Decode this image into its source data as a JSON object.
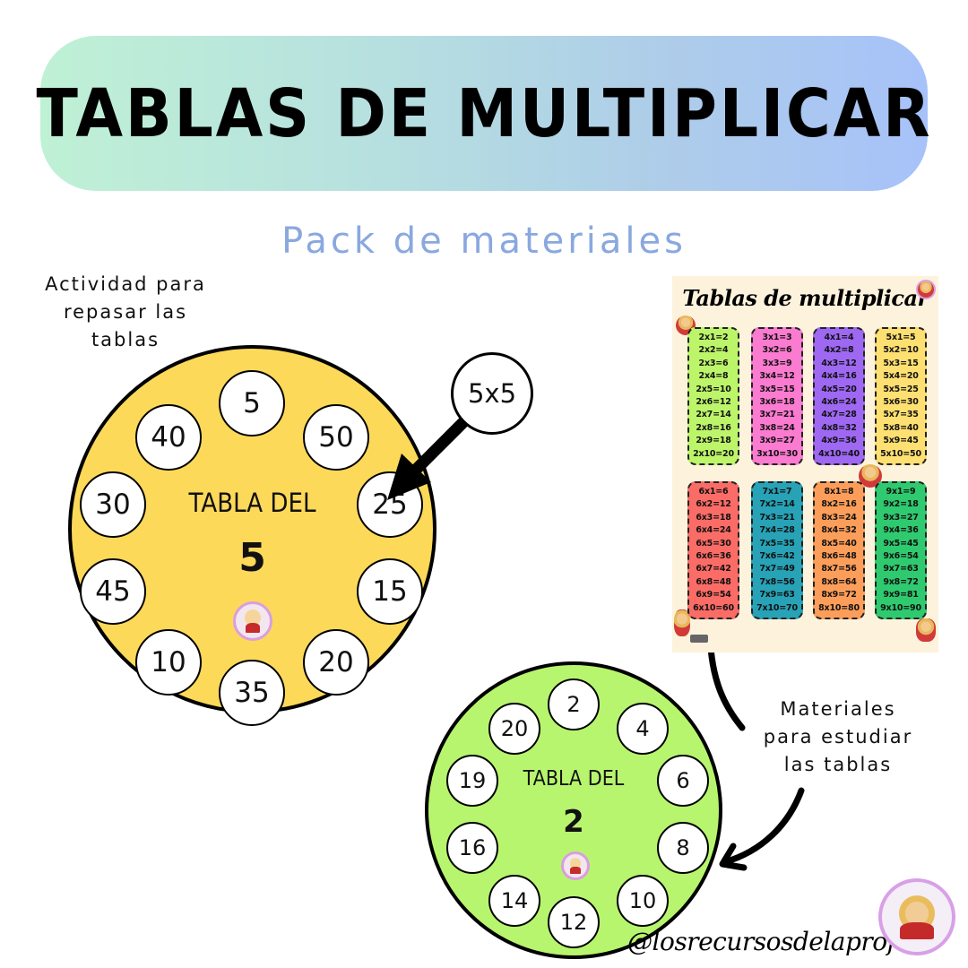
{
  "banner": {
    "title": "TABLAS DE MULTIPLICAR",
    "gradient_start": "#bff1d5",
    "gradient_end": "#a7c2f9"
  },
  "subtitle": {
    "text": "Pack de materiales",
    "color": "#8aa8df"
  },
  "notes": {
    "left": [
      "Actividad para",
      "repasar las",
      "tablas"
    ],
    "right": [
      "Materiales",
      "para estudiar",
      "las tablas"
    ]
  },
  "wheel5": {
    "label_line1": "TABLA DEL",
    "label_line2": "5",
    "fill_color": "#fdd95a",
    "slots": [
      "5",
      "50",
      "25",
      "15",
      "20",
      "35",
      "10",
      "45",
      "30",
      "40"
    ],
    "logo_icon": "profile-avatar-logo"
  },
  "callout": {
    "text": "5x5",
    "points_to": "25"
  },
  "wheel2": {
    "label_line1": "TABLA DEL",
    "label_line2": "2",
    "fill_color": "#b8f56e",
    "slots": [
      "2",
      "4",
      "6",
      "8",
      "10",
      "12",
      "14",
      "16",
      "19",
      "20"
    ],
    "logo_icon": "profile-avatar-logo"
  },
  "poster": {
    "title": "Tablas de multiplicar",
    "background": "#fdf3dc",
    "tables": [
      {
        "color": "#bdf56a",
        "rows": [
          "2x1=2",
          "2x2=4",
          "2x3=6",
          "2x4=8",
          "2x5=10",
          "2x6=12",
          "2x7=14",
          "2x8=16",
          "2x9=18",
          "2x10=20"
        ]
      },
      {
        "color": "#fb7bd0",
        "rows": [
          "3x1=3",
          "3x2=6",
          "3x3=9",
          "3x4=12",
          "3x5=15",
          "3x6=18",
          "3x7=21",
          "3x8=24",
          "3x9=27",
          "3x10=30"
        ]
      },
      {
        "color": "#9e68f2",
        "rows": [
          "4x1=4",
          "4x2=8",
          "4x3=12",
          "4x4=16",
          "4x5=20",
          "4x6=24",
          "4x7=28",
          "4x8=32",
          "4x9=36",
          "4x10=40"
        ]
      },
      {
        "color": "#fde071",
        "rows": [
          "5x1=5",
          "5x2=10",
          "5x3=15",
          "5x4=20",
          "5x5=25",
          "5x6=30",
          "5x7=35",
          "5x8=40",
          "5x9=45",
          "5x10=50"
        ]
      },
      {
        "color": "#fb6c67",
        "rows": [
          "6x1=6",
          "6x2=12",
          "6x3=18",
          "6x4=24",
          "6x5=30",
          "6x6=36",
          "6x7=42",
          "6x8=48",
          "6x9=54",
          "6x10=60"
        ]
      },
      {
        "color": "#27a2b6",
        "rows": [
          "7x1=7",
          "7x2=14",
          "7x3=21",
          "7x4=28",
          "7x5=35",
          "7x6=42",
          "7x7=49",
          "7x8=56",
          "7x9=63",
          "7x10=70"
        ]
      },
      {
        "color": "#fc9e5a",
        "rows": [
          "8x1=8",
          "8x2=16",
          "8x3=24",
          "8x4=32",
          "8x5=40",
          "8x6=48",
          "8x7=56",
          "8x8=64",
          "8x9=72",
          "8x10=80"
        ]
      },
      {
        "color": "#2fca6f",
        "rows": [
          "9x1=9",
          "9x2=18",
          "9x3=27",
          "9x4=36",
          "9x5=45",
          "9x6=54",
          "9x7=63",
          "9x8=72",
          "9x9=81",
          "9x10=90"
        ]
      }
    ]
  },
  "footer": {
    "handle": "@losrecursosdelaprofe",
    "logo_icon": "profile-avatar-logo"
  }
}
